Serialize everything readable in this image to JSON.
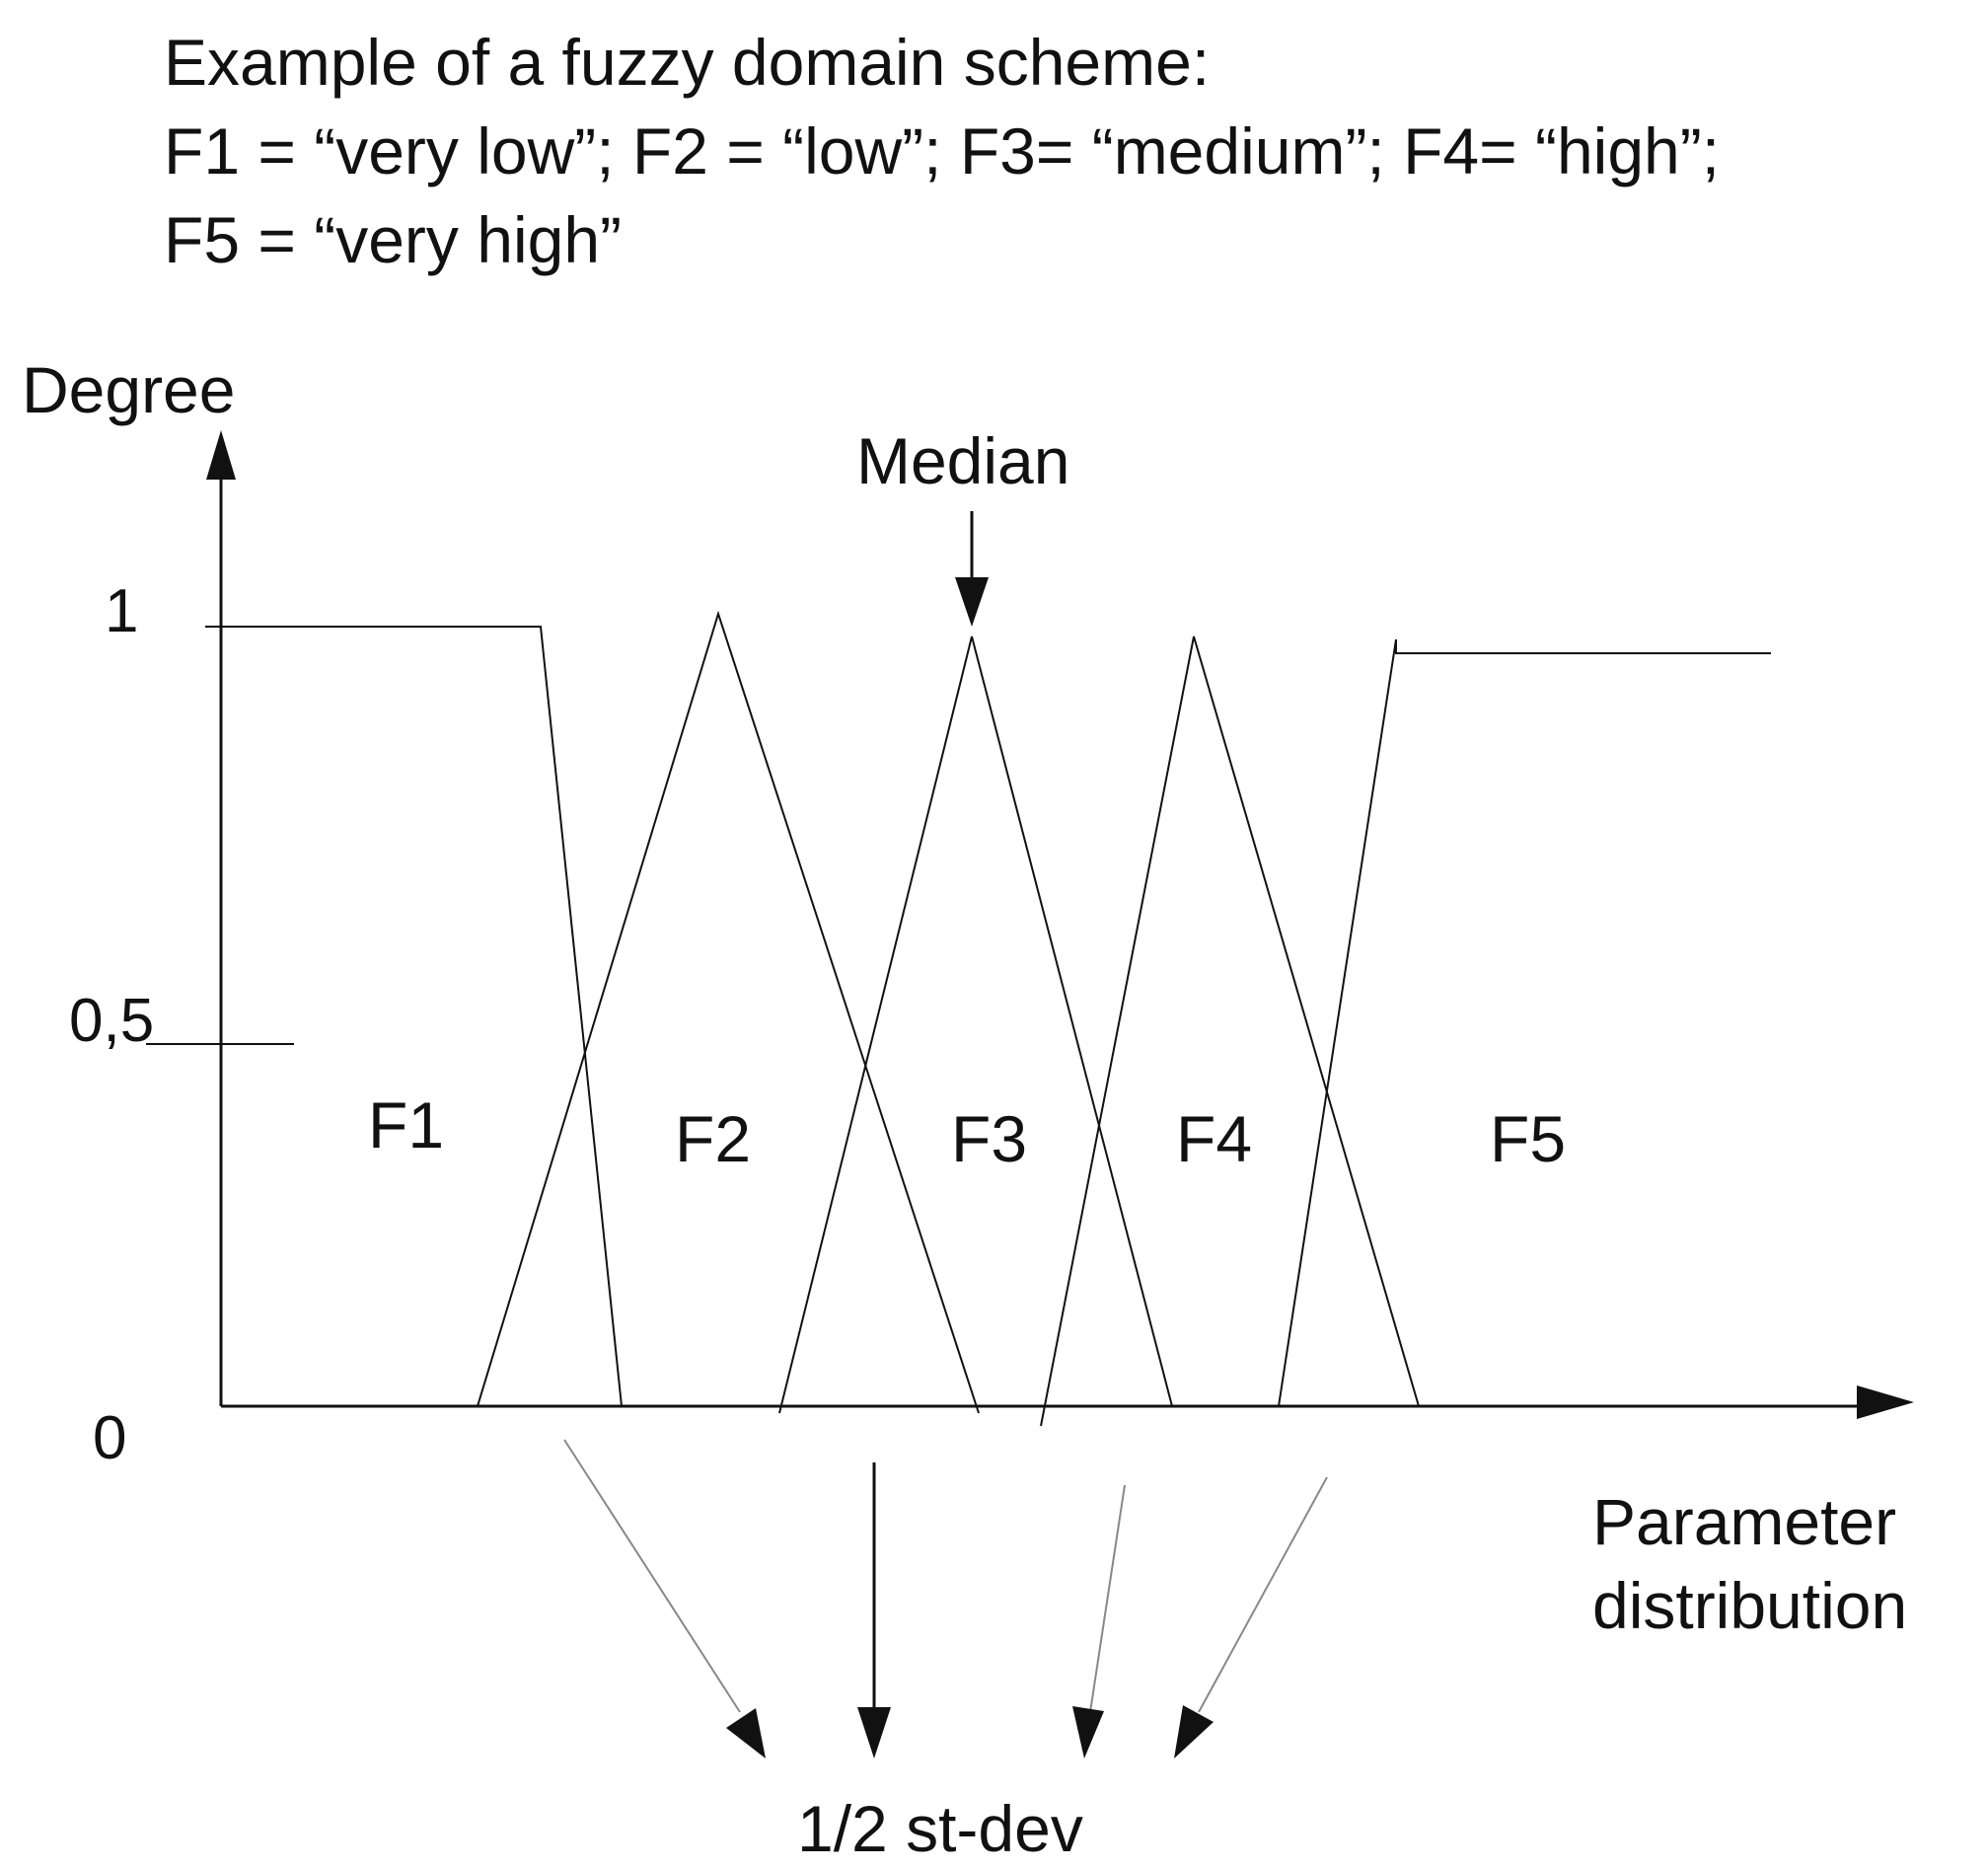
{
  "heading": {
    "line1": "Example of a fuzzy domain scheme:",
    "line2": "F1 = “very low”; F2 = “low”; F3= “medium”; F4= “high”;",
    "line3": "F5 = “very high”"
  },
  "diagram": {
    "y_axis_label": "Degree",
    "x_axis_label_line1": "Parameter",
    "x_axis_label_line2": "distribution",
    "tick_1": "1",
    "tick_half": "0,5",
    "tick_0": "0",
    "median_label": "Median",
    "stdev_label": "1/2 st-dev",
    "sets": [
      {
        "label": "F1",
        "meaning": "very low"
      },
      {
        "label": "F2",
        "meaning": "low"
      },
      {
        "label": "F3",
        "meaning": "medium"
      },
      {
        "label": "F4",
        "meaning": "high"
      },
      {
        "label": "F5",
        "meaning": "very high"
      }
    ]
  },
  "colors": {
    "line": "#111111",
    "thin_arrow": "#888888",
    "background": "#ffffff"
  }
}
